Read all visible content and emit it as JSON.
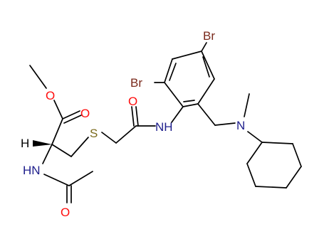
{
  "colors": {
    "bond": "#000000",
    "oxygen": "#ff0d0d",
    "nitrogen": "#1e1e8c",
    "sulfur": "#7a6a1c",
    "bromine": "#7a2a1c",
    "hydrogen": "#000000"
  },
  "atoms": {
    "br_top": "Br",
    "br_left": "Br",
    "o_ester_single": "O",
    "o_ester_double": "O",
    "o_amide": "O",
    "o_acetyl": "O",
    "s": "S",
    "nh_amide": "NH",
    "nh_acetyl": "HN",
    "n_amine": "N",
    "h_stereo": "H"
  }
}
